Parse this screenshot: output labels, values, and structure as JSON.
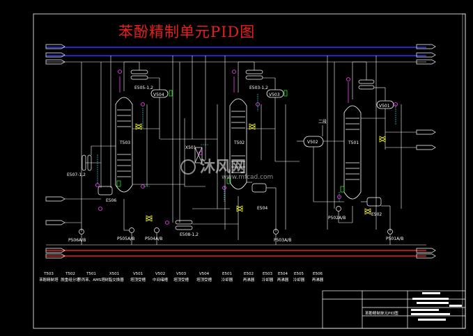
{
  "title": "苯酚精制单元PID图",
  "equipment_tags": {
    "t503": "T503",
    "t502": "T502",
    "t501": "T501",
    "v504": "V504",
    "v503": "V503",
    "v501": "V501",
    "v502": "V502",
    "e505": "E505-1,2",
    "e503": "E503-1,2",
    "e507": "E507-1,2",
    "e506": "E506",
    "e504": "E504",
    "e502": "E502",
    "e508": "E508-1,2",
    "p506": "P506A/B",
    "p505": "P505A/B",
    "p504": "P504A/B",
    "p503": "P503A/B",
    "p502": "P502A/B",
    "p501": "P501A/B",
    "x501": "X501",
    "to_second": "二段"
  },
  "legend": [
    {
      "code": "T503",
      "name": "苯酚精制塔"
    },
    {
      "code": "T502",
      "name": "脱重组分塔"
    },
    {
      "code": "T501",
      "name": "异丙苯、AMS塔"
    },
    {
      "code": "X501",
      "name": "树脂交换器"
    },
    {
      "code": "V501",
      "name": "塔顶受槽"
    },
    {
      "code": "V502",
      "name": "中间储槽"
    },
    {
      "code": "V503",
      "name": "塔顶受槽"
    },
    {
      "code": "V504",
      "name": "塔顶受槽"
    },
    {
      "code": "E501",
      "name": "冷却器"
    },
    {
      "code": "E502",
      "name": "再沸器"
    },
    {
      "code": "E503",
      "name": "冷却器"
    },
    {
      "code": "E504",
      "name": "再沸器"
    },
    {
      "code": "E505",
      "name": "冷却器"
    },
    {
      "code": "E506",
      "name": "再沸器"
    }
  ],
  "title_block": {
    "drawing_name": "苯酚精制单元PID图"
  },
  "watermark": {
    "brand": "沐风网",
    "url": "www.mfcad.com"
  },
  "colors": {
    "background": "#000000",
    "line": "#ffffff",
    "header_blue": "#3333ff",
    "header_red": "#e8201e",
    "instrument": "#ff40ff",
    "signal": "#33ffff",
    "valve": "#ffff33",
    "instrument_green": "#33ff33"
  }
}
